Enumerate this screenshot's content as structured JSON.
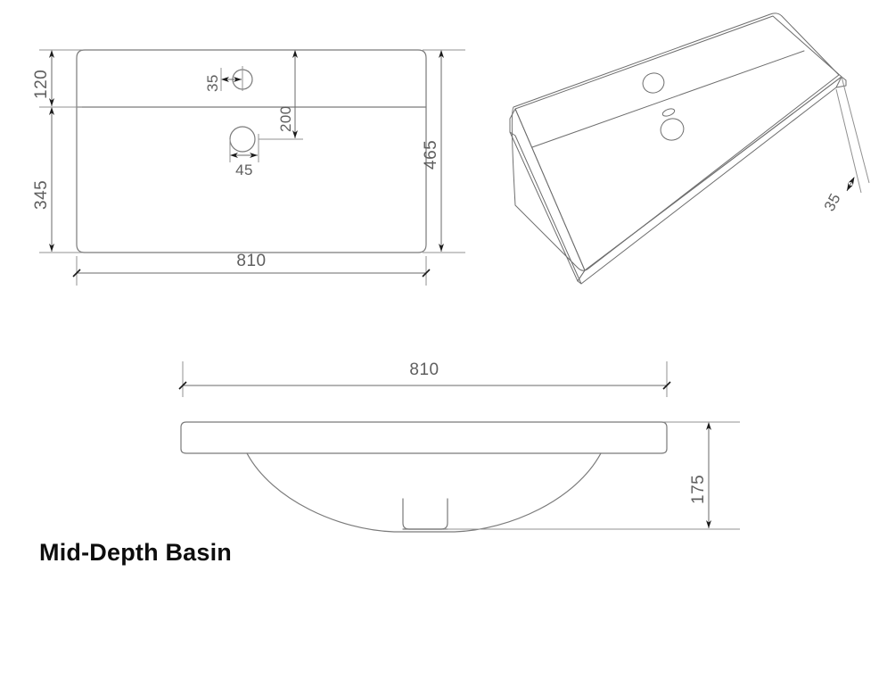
{
  "sheet": {
    "title": "Mid-Depth Basin",
    "background_color": "#ffffff",
    "line_color": "#808080",
    "dimension_text_color": "#5f5f5f",
    "title_color": "#0d0d0d"
  },
  "views": {
    "plan": {
      "name": "top-plan-view",
      "dimensions": {
        "back_ledge_depth": "120",
        "bowl_area_depth": "345",
        "overall_depth": "465",
        "overall_width": "810",
        "overflow_offset": "35",
        "tap_hole_width": "45",
        "tap_hole_from_right": "200"
      }
    },
    "isometric": {
      "name": "isometric-3d-view",
      "dimensions": {
        "rim_thickness": "35"
      }
    },
    "section": {
      "name": "front-section-view",
      "dimensions": {
        "overall_width": "810",
        "overall_height": "175"
      }
    }
  },
  "dimension_labels": {
    "plan_120": "120",
    "plan_345": "345",
    "plan_465": "465",
    "plan_810": "810",
    "plan_35": "35",
    "plan_45": "45",
    "plan_200": "200",
    "iso_35": "35",
    "section_810": "810",
    "section_175": "175"
  }
}
